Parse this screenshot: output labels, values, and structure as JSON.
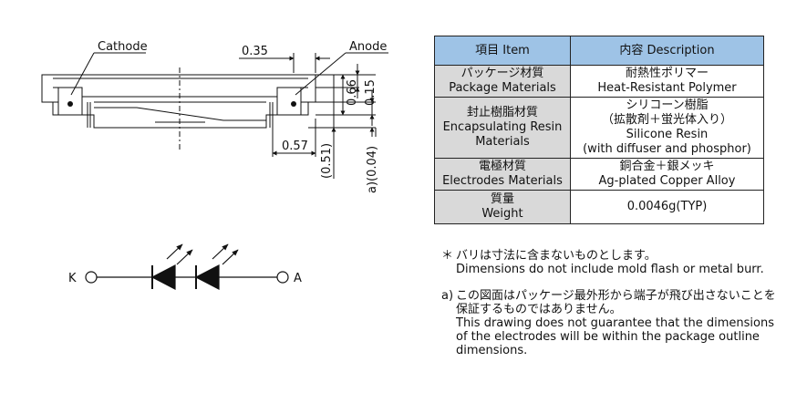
{
  "drawing": {
    "labels": {
      "cathode": "Cathode",
      "anode": "Anode",
      "dim_top": "0.35",
      "dim_066": "0.66",
      "dim_015": "0.15",
      "dim_057": "0.57",
      "dim_051": "(0.51)",
      "dim_004": "a)(0.04)"
    },
    "schematic": {
      "k_label": "K",
      "a_label": "A"
    }
  },
  "table": {
    "headers": [
      "項目 Item",
      "内容 Description"
    ],
    "rows": [
      {
        "item": [
          "パッケージ材質",
          "Package Materials"
        ],
        "desc": [
          "耐熱性ポリマー",
          "Heat-Resistant Polymer"
        ]
      },
      {
        "item": [
          "封止樹脂材質",
          "Encapsulating Resin",
          "Materials"
        ],
        "desc": [
          "シリコーン樹脂",
          "（拡散剤＋蛍光体入り）",
          "Silicone Resin",
          "(with diffuser and phosphor)"
        ]
      },
      {
        "item": [
          "電極材質",
          "Electrodes Materials"
        ],
        "desc": [
          "銅合金＋銀メッキ",
          "Ag-plated Copper Alloy"
        ]
      },
      {
        "item": [
          "質量",
          "Weight"
        ],
        "desc": [
          "0.0046g(TYP)"
        ]
      }
    ]
  },
  "notes": [
    {
      "mark": "＊",
      "lines": [
        "バリは寸法に含まないものとします。",
        "Dimensions do not include mold flash or metal burr."
      ]
    },
    {
      "mark": "a)",
      "lines": [
        "この図面はパッケージ最外形から端子が飛び出さないことを",
        "保証するものではありません。",
        "This drawing does not guarantee that the dimensions",
        "of the electrodes will be within the package outline",
        "dimensions."
      ]
    }
  ]
}
